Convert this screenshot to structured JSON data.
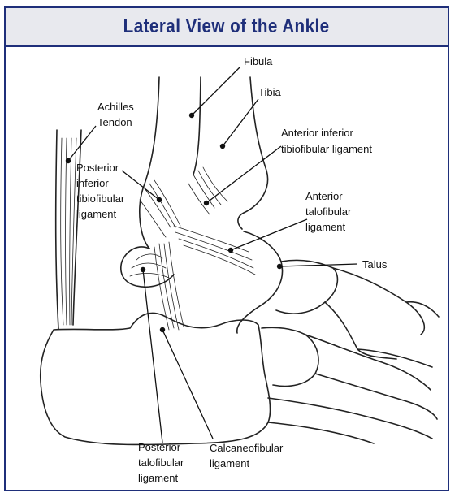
{
  "title": "Lateral View of the Ankle",
  "labels": {
    "fibula": "Fibula",
    "tibia": "Tibia",
    "achilles": [
      "Achilles",
      "Tendon"
    ],
    "ant_inf_tibiofib": [
      "Anterior inferior",
      "tibiofibular ligament"
    ],
    "post_inf_tibiofib": [
      "Posterior",
      "inferior",
      "tibiofibular",
      "ligament"
    ],
    "ant_talofib": [
      "Anterior",
      "talofibular",
      "ligament"
    ],
    "talus": "Talus",
    "post_talofib": [
      "Posterior",
      "talofibular",
      "ligament"
    ],
    "calcaneofib": [
      "Calcaneofibular",
      "ligament"
    ]
  },
  "colors": {
    "frame": "#1f2f7a",
    "title_bg": "#e8e9ee",
    "ink": "#222222"
  }
}
